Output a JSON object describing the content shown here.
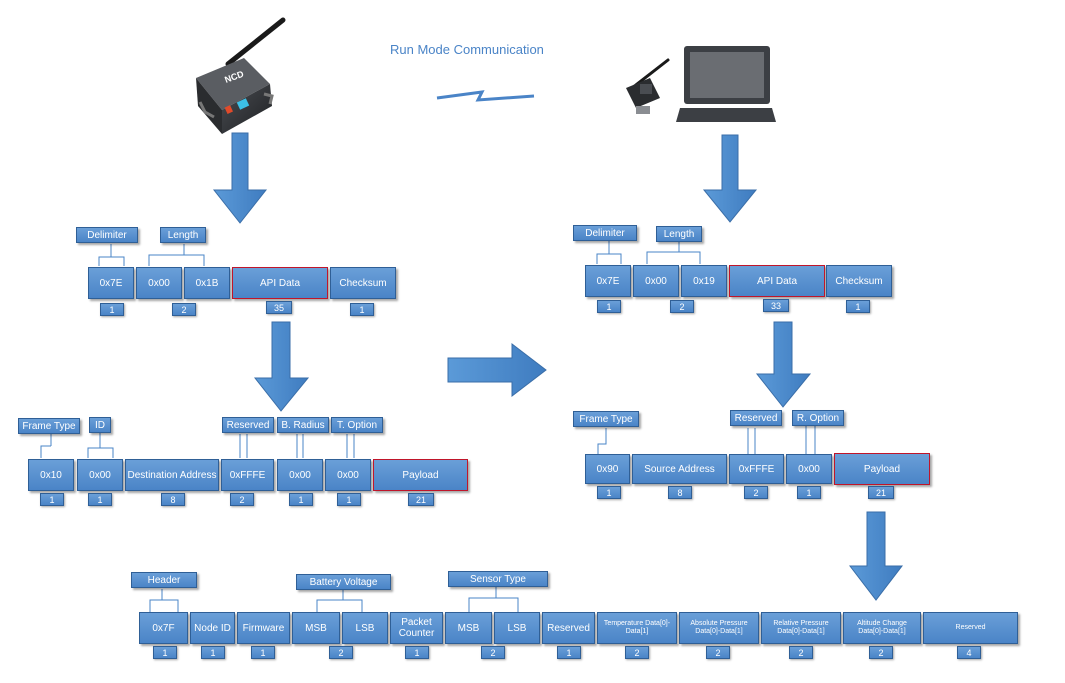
{
  "diagram_title": "Run Mode Communication",
  "colors": {
    "box_fill": "#5b93d3",
    "box_border": "#2f5f96",
    "highlight_border": "#c0152a",
    "title": "#4a84c7"
  },
  "icons": {
    "sensor": "wireless-sensor-device-icon",
    "laptop": "laptop-with-usb-gateway-icon",
    "link": "wireless-link-icon"
  },
  "sensor_device": {
    "logo": "NCD"
  },
  "sensor_frame": {
    "labels": {
      "delimiter": "Delimiter",
      "length": "Length"
    },
    "fields": [
      {
        "value": "0x7E",
        "count": "1"
      },
      {
        "value": "0x00",
        "count": ""
      },
      {
        "value": "0x1B",
        "count": "2"
      },
      {
        "value": "API Data",
        "count": "35"
      },
      {
        "value": "Checksum",
        "count": "1"
      }
    ]
  },
  "gateway_frame": {
    "labels": {
      "delimiter": "Delimiter",
      "length": "Length"
    },
    "fields": [
      {
        "value": "0x7E",
        "count": "1"
      },
      {
        "value": "0x00",
        "count": ""
      },
      {
        "value": "0x19",
        "count": "2"
      },
      {
        "value": "API Data",
        "count": "33"
      },
      {
        "value": "Checksum",
        "count": "1"
      }
    ]
  },
  "tx_request": {
    "labels": {
      "frame_type": "Frame Type",
      "id": "ID",
      "reserved": "Reserved",
      "b_radius": "B. Radius",
      "t_option": "T. Option"
    },
    "fields": [
      {
        "value": "0x10",
        "count": "1"
      },
      {
        "value": "0x00",
        "count": "1"
      },
      {
        "value": "Destination Address",
        "count": "8"
      },
      {
        "value": "0xFFFE",
        "count": "2"
      },
      {
        "value": "0x00",
        "count": "1"
      },
      {
        "value": "0x00",
        "count": "1"
      },
      {
        "value": "Payload",
        "count": "21"
      }
    ]
  },
  "rx_packet": {
    "labels": {
      "frame_type": "Frame Type",
      "reserved": "Reserved",
      "r_option": "R. Option"
    },
    "fields": [
      {
        "value": "0x90",
        "count": "1"
      },
      {
        "value": "Source Address",
        "count": "8"
      },
      {
        "value": "0xFFFE",
        "count": "2"
      },
      {
        "value": "0x00",
        "count": "1"
      },
      {
        "value": "Payload",
        "count": "21"
      }
    ]
  },
  "payload": {
    "labels": {
      "header": "Header",
      "battery_voltage": "Battery Voltage",
      "sensor_type": "Sensor Type"
    },
    "fields": [
      {
        "value": "0x7F",
        "count": "1"
      },
      {
        "value": "Node ID",
        "count": "1"
      },
      {
        "value": "Firmware",
        "count": "1"
      },
      {
        "value": "MSB",
        "count": ""
      },
      {
        "value": "LSB",
        "count": "2"
      },
      {
        "value": "Packet Counter",
        "count": "1"
      },
      {
        "value": "MSB",
        "count": ""
      },
      {
        "value": "LSB",
        "count": "2"
      },
      {
        "value": "Reserved",
        "count": "1"
      },
      {
        "value": "Temperature Data[0]-Data[1]",
        "count": "2"
      },
      {
        "value": "Absolute Pressure Data[0]-Data[1]",
        "count": "2"
      },
      {
        "value": "Relative Pressure Data[0]-Data[1]",
        "count": "2"
      },
      {
        "value": "Altitude Change Data[0]-Data[1]",
        "count": "2"
      },
      {
        "value": "Reserved",
        "count": "4"
      }
    ]
  }
}
